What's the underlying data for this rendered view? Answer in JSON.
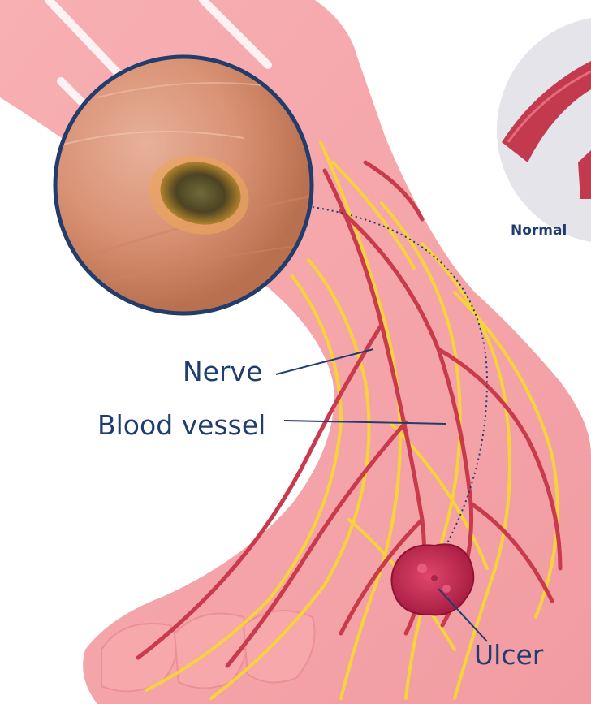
{
  "labels": {
    "nerve": "Nerve",
    "blood_vessel": "Blood vessel",
    "ulcer": "Ulcer",
    "normal": "Normal"
  },
  "colors": {
    "skin": "#f5a3a6",
    "skin_dark": "#ee8f95",
    "skin_light": "#fbc8c8",
    "nerve": "#f6d23b",
    "vessel": "#c93a4c",
    "ulcer": "#b9214a",
    "label_text": "#1f3d6e",
    "leader_line": "#1f3d6e",
    "photo_ring": "#223c6b",
    "inset_bg": "#e4e4ea"
  }
}
